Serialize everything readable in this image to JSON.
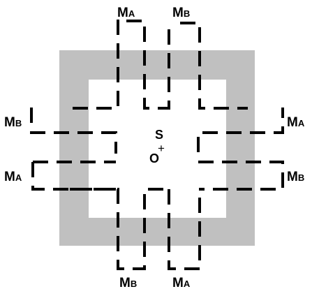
{
  "diagram": {
    "colors": {
      "frame": "#c0c0c0",
      "stroke": "#000000",
      "background": "#ffffff"
    },
    "magnets": {
      "top_left": {
        "main": "M",
        "sub": "A"
      },
      "top_right": {
        "main": "M",
        "sub": "B"
      },
      "left_upper": {
        "main": "M",
        "sub": "B"
      },
      "left_lower": {
        "main": "M",
        "sub": "A"
      },
      "right_upper": {
        "main": "M",
        "sub": "A"
      },
      "right_lower": {
        "main": "M",
        "sub": "B"
      },
      "bottom_left": {
        "main": "M",
        "sub": "B"
      },
      "bottom_right": {
        "main": "M",
        "sub": "A"
      }
    },
    "center": {
      "s_label": "S",
      "o_label": "O",
      "cross_symbol": "+"
    }
  }
}
